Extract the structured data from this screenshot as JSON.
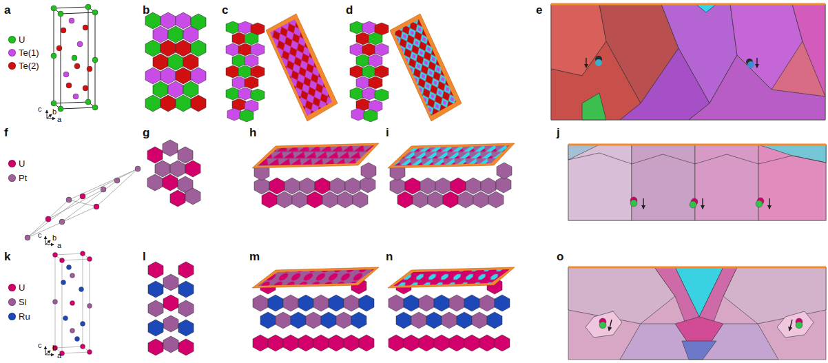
{
  "diagram": {
    "labels": [
      "a",
      "b",
      "c",
      "d",
      "e",
      "f",
      "g",
      "h",
      "i",
      "j",
      "k",
      "l",
      "m",
      "n",
      "o",
      "c",
      "b",
      "a",
      "c",
      "b",
      "a",
      "c",
      "b",
      "a"
    ],
    "legend": [
      {
        "text": "U",
        "color": "#1fbf1f"
      },
      {
        "text": "Te(1)",
        "color": "#c94ce8"
      },
      {
        "text": "Te(2)",
        "color": "#d01010"
      },
      {
        "text": "U",
        "color": "#d3006b"
      },
      {
        "text": "Pt",
        "color": "#a0609a"
      },
      {
        "text": "U",
        "color": "#d3006b"
      },
      {
        "text": "Si",
        "color": "#9c5a98"
      },
      {
        "text": "Ru",
        "color": "#1d48b8"
      }
    ]
  }
}
